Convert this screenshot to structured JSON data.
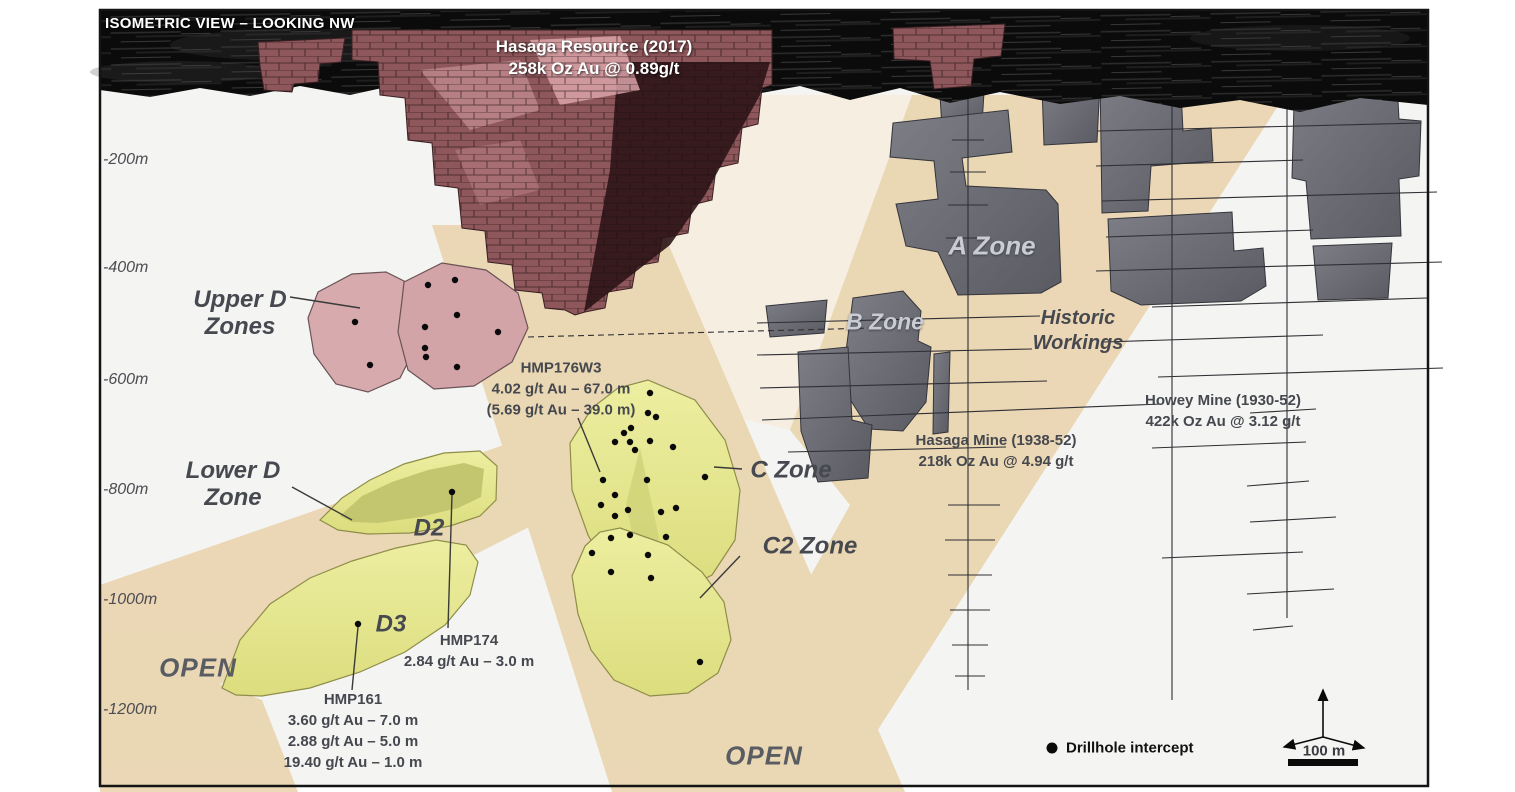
{
  "frame": {
    "title": "ISOMETRIC VIEW – LOOKING NW"
  },
  "resource": {
    "line1": "Hasaga Resource (2017)",
    "line2": "258k Oz Au @ 0.89g/t"
  },
  "axis": {
    "depth_labels": [
      "-200m",
      "-400m",
      "-600m",
      "-800m",
      "-1000m",
      "-1200m"
    ]
  },
  "zones": {
    "upper_d": {
      "line1": "Upper D",
      "line2": "Zones"
    },
    "lower_d": {
      "line1": "Lower D",
      "line2": "Zone"
    },
    "d2": "D2",
    "d3": "D3",
    "c": "C Zone",
    "c2": "C2 Zone",
    "a": "A Zone",
    "b": "B Zone",
    "historic": {
      "line1": "Historic",
      "line2": "Workings"
    },
    "open_left": "OPEN",
    "open_bottom": "OPEN"
  },
  "intercept_annotations": {
    "hmp176w3": {
      "name": "HMP176W3",
      "line1": "4.02 g/t Au – 67.0 m",
      "line2": "(5.69 g/t Au – 39.0 m)"
    },
    "hmp174": {
      "name": "HMP174",
      "line1": "2.84 g/t Au – 3.0 m"
    },
    "hmp161": {
      "name": "HMP161",
      "line1": "3.60 g/t Au – 7.0 m",
      "line2": "2.88 g/t Au – 5.0 m",
      "line3": "19.40 g/t Au – 1.0 m"
    }
  },
  "mines": {
    "hasaga": {
      "line1": "Hasaga Mine (1938-52)",
      "line2": "218k Oz Au @ 4.94 g/t"
    },
    "howey": {
      "line1": "Howey Mine (1930-52)",
      "line2": "422k Oz Au @ 3.12 g/t"
    }
  },
  "legend": {
    "drillhole": "Drillhole intercept",
    "scale": "100 m"
  },
  "colors": {
    "band_tan": "#e8d0a5",
    "zone_yellow": "#e6e78f",
    "zone_pink": "#d7abae",
    "zone_gray": "#696971",
    "block_pink": "#8d575b",
    "surface_black": "#0b0b0b"
  },
  "drillholes": {
    "upper_d": [
      [
        355,
        322
      ],
      [
        428,
        285
      ],
      [
        455,
        280
      ],
      [
        425,
        327
      ],
      [
        457,
        315
      ],
      [
        498,
        332
      ],
      [
        425,
        348
      ],
      [
        426,
        357
      ],
      [
        457,
        367
      ],
      [
        370,
        365
      ]
    ],
    "c_zone": [
      [
        650,
        393
      ],
      [
        648,
        413
      ],
      [
        656,
        417
      ],
      [
        631,
        428
      ],
      [
        624,
        433
      ],
      [
        615,
        442
      ],
      [
        630,
        442
      ],
      [
        650,
        441
      ],
      [
        635,
        450
      ],
      [
        673,
        447
      ],
      [
        603,
        480
      ],
      [
        647,
        480
      ],
      [
        705,
        477
      ],
      [
        615,
        495
      ],
      [
        601,
        505
      ],
      [
        628,
        510
      ],
      [
        615,
        516
      ],
      [
        661,
        512
      ],
      [
        676,
        508
      ],
      [
        630,
        535
      ],
      [
        611,
        538
      ],
      [
        666,
        537
      ],
      [
        592,
        553
      ],
      [
        648,
        555
      ],
      [
        611,
        572
      ],
      [
        651,
        578
      ],
      [
        700,
        662
      ]
    ],
    "lower_d": [
      [
        452,
        492
      ],
      [
        358,
        624
      ]
    ]
  }
}
